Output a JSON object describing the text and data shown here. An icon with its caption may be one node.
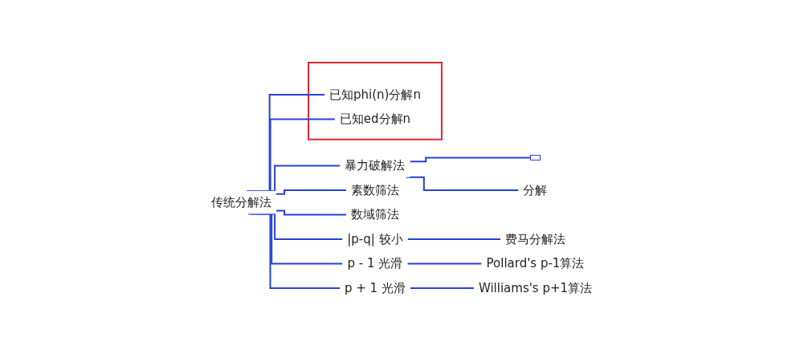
{
  "diagram": {
    "nodes": [
      {
        "text": [
          "传统分解法"
        ]
      },
      {
        "text": [
          "暴力破解法"
        ]
      },
      {
        "text": [],
        "shape": "box"
      },
      {
        "text": [
          "分解"
        ]
      },
      {
        "text": [
          "|p-q| 较小"
        ]
      },
      {
        "text": [
          "费马分解法"
        ]
      },
      {
        "text": [
          "p - 1 光滑"
        ]
      },
      {
        "text": [
          "Pollard's p-1算法"
        ]
      },
      {
        "text": [
          "p + 1 光滑"
        ]
      },
      {
        "text": [
          "Williams's p+1算法"
        ]
      },
      {
        "text": [],
        "shape": "box"
      },
      {
        "text": [
          "已知phi(n)分解n"
        ],
        "in": 10
      },
      {
        "text": [
          "已知ed分解n"
        ],
        "in": 10
      },
      {
        "text": [
          "素数筛法"
        ]
      },
      {
        "text": [
          "数域筛法"
        ]
      }
    ],
    "edges": [
      {
        "from": 0,
        "to": 1,
        "arrow": "none"
      },
      {
        "from": 1,
        "to": 2,
        "arrow": "none"
      },
      {
        "from": 1,
        "to": 3,
        "arrow": "none"
      },
      {
        "from": 0,
        "to": 4,
        "arrow": "none"
      },
      {
        "from": 4,
        "to": 5,
        "arrow": "none"
      },
      {
        "from": 0,
        "to": 6,
        "arrow": "none"
      },
      {
        "from": 6,
        "to": 7,
        "arrow": "none"
      },
      {
        "from": 0,
        "to": 8,
        "arrow": "none"
      },
      {
        "from": 8,
        "to": 9,
        "arrow": "none"
      },
      {
        "from": 0,
        "to": 11,
        "arrow": "none"
      },
      {
        "from": 0,
        "to": 12,
        "arrow": "none"
      },
      {
        "from": 0,
        "to": 13,
        "arrow": "none"
      },
      {
        "from": 0,
        "to": 14,
        "arrow": "none"
      }
    ]
  }
}
